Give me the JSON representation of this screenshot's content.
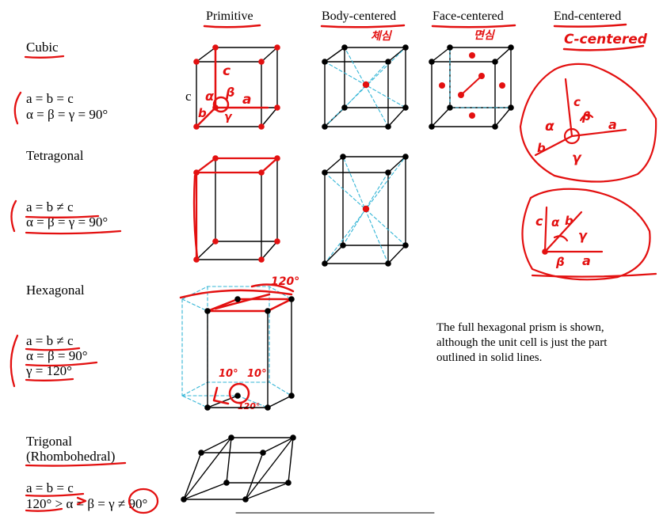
{
  "headers": {
    "primitive": "Primitive",
    "body_centered": "Body-centered",
    "face_centered": "Face-centered",
    "end_centered": "End-centered"
  },
  "systems": {
    "cubic": {
      "name": "Cubic",
      "line1": "a = b = c",
      "line2": "α = β = γ = 90°"
    },
    "tetragonal": {
      "name": "Tetragonal",
      "line1": "a = b ≠ c",
      "line2": "α = β = γ = 90°"
    },
    "hexagonal": {
      "name": "Hexagonal",
      "line1": "a = b ≠ c",
      "line2": "α = β = 90°",
      "line3": "γ = 120°"
    },
    "trigonal": {
      "name": "Trigonal",
      "name2": "(Rhombohedral)",
      "line1": "a = b = c",
      "line2": "120° > α = β = γ ≠ 90°"
    }
  },
  "cube_axis_label": "c",
  "hex_note": "The full hexagonal prism is shown,\nalthough the unit cell is just the part\noutlined in solid lines.",
  "handwriting": {
    "body_centered_note": "체심",
    "face_centered_note": "면심",
    "end_centered_alias": "C-centered",
    "angle_120_top": "120°",
    "angle_10_left": "10°",
    "angle_10_right": "10°",
    "angle_120_bottom": "120°",
    "axis_c": "c",
    "axis_a": "a",
    "axis_b": "b",
    "alpha": "α",
    "beta": "β",
    "gamma": "γ"
  },
  "colors": {
    "ink": "#000000",
    "red": "#e31010",
    "dash": "#33b5d6"
  }
}
